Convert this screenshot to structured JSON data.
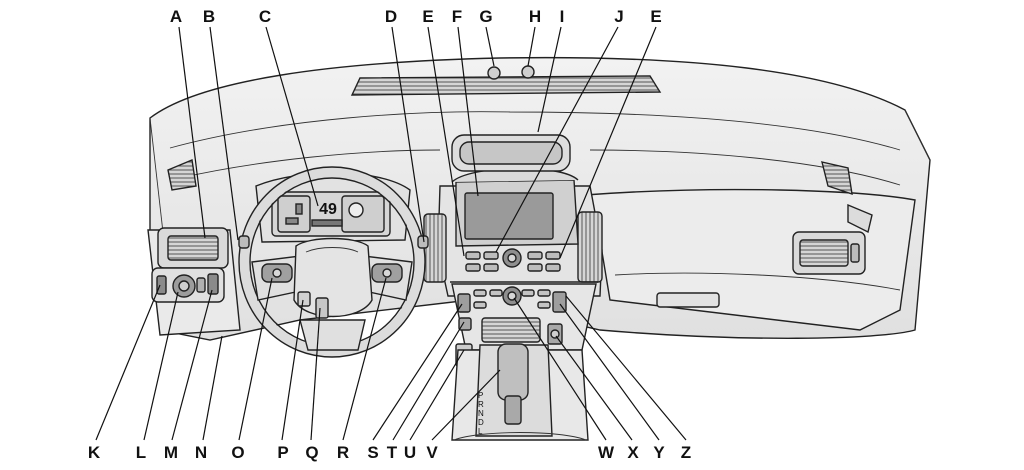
{
  "callouts": {
    "top": [
      "A",
      "B",
      "C",
      "D",
      "E",
      "F",
      "G",
      "H",
      "I",
      "J",
      "E"
    ],
    "bottom": [
      "K",
      "L",
      "M",
      "N",
      "O",
      "P",
      "Q",
      "R",
      "S",
      "T",
      "U",
      "V",
      "W",
      "X",
      "Y",
      "Z"
    ]
  },
  "cluster": {
    "speed": "49"
  },
  "gear_letters": [
    "P",
    "R",
    "N",
    "D",
    "L"
  ],
  "colors": {
    "line": "#222222",
    "panel": "#e8e8e8",
    "screen": "#9a9a9a",
    "background": "#ffffff"
  }
}
